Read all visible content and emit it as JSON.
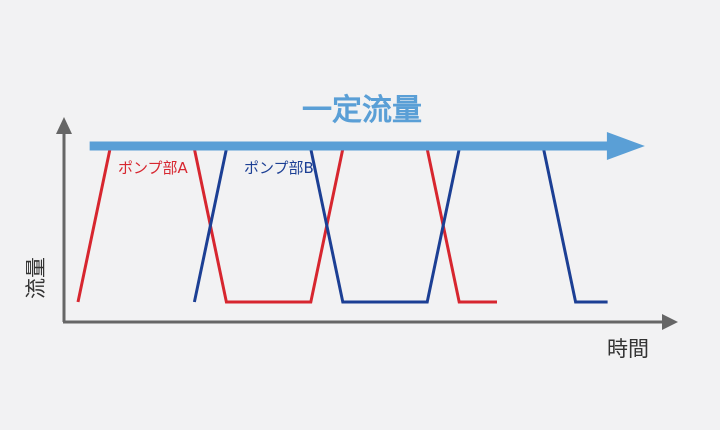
{
  "title": "一定流量",
  "axis": {
    "x_label": "時間",
    "y_label": "流量"
  },
  "colors": {
    "background": "#f2f2f3",
    "axis": "#666666",
    "constant_arrow": "#5a9fd6",
    "pump_a": "#d7262f",
    "pump_b": "#1c3f94"
  },
  "chart_data": {
    "type": "line",
    "title": "一定流量",
    "xlabel": "時間",
    "ylabel": "流量",
    "xlim": [
      0,
      100
    ],
    "ylim": [
      0,
      1
    ],
    "grid": false,
    "series": [
      {
        "name": "ポンプ部A",
        "x": [
          0,
          5.5,
          20,
          25.5,
          40,
          45.5,
          60,
          65.5,
          72
        ],
        "y": [
          0,
          1,
          1,
          0,
          0,
          1,
          1,
          0,
          0
        ]
      },
      {
        "name": "ポンプ部B",
        "x": [
          20,
          25.5,
          40,
          45.5,
          60,
          65.5,
          80,
          85.5,
          91
        ],
        "y": [
          0,
          1,
          1,
          0,
          0,
          1,
          1,
          0,
          0
        ]
      },
      {
        "name": "一定流量",
        "x": [
          2,
          95
        ],
        "y": [
          1,
          1
        ]
      }
    ]
  }
}
